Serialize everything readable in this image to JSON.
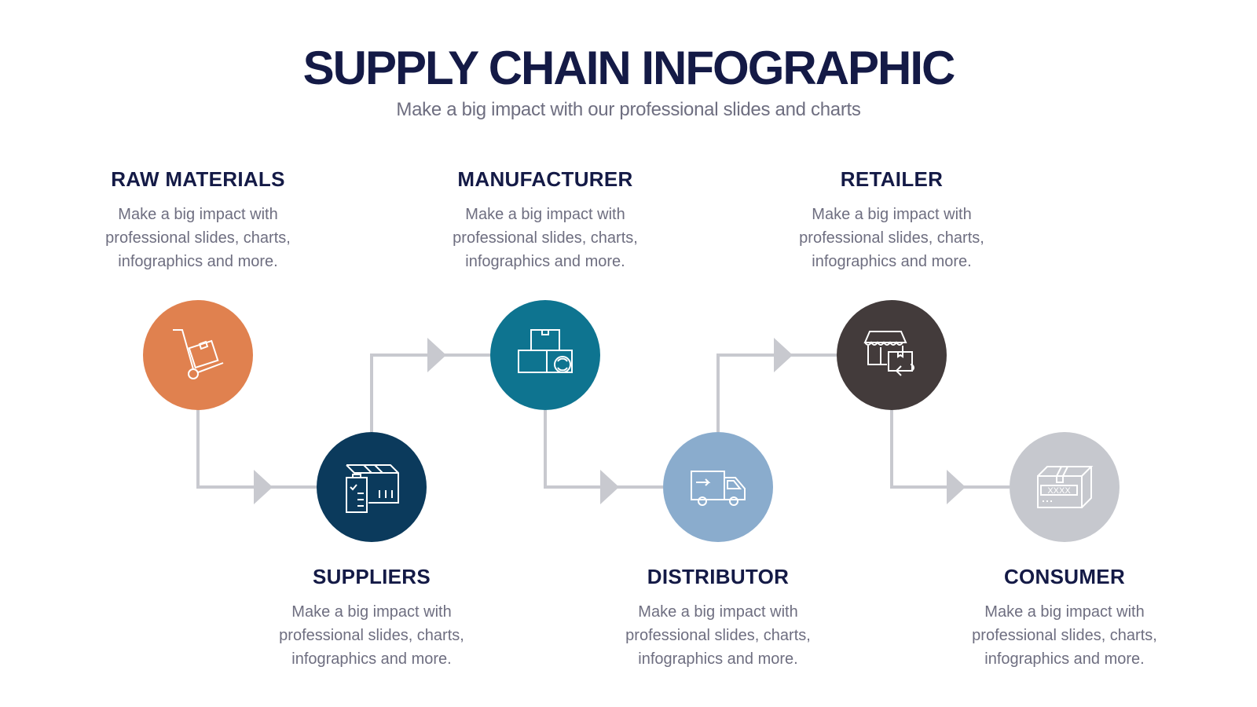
{
  "header": {
    "title": "SUPPLY CHAIN INFOGRAPHIC",
    "subtitle": "Make a big impact with our professional slides and charts"
  },
  "steps": [
    {
      "title": "RAW MATERIALS",
      "desc": "Make a big impact with professional slides, charts, infographics and more.",
      "color": "#e0814f",
      "icon": "hand-truck-icon"
    },
    {
      "title": "SUPPLIERS",
      "desc": "Make a big impact with professional slides, charts, infographics and more.",
      "color": "#0b3a5c",
      "icon": "box-clipboard-icon"
    },
    {
      "title": "MANUFACTURER",
      "desc": "Make a big impact with professional slides, charts, infographics and more.",
      "color": "#0e7490",
      "icon": "boxes-cycle-icon"
    },
    {
      "title": "DISTRIBUTOR",
      "desc": "Make a big impact with professional slides, charts, infographics and more.",
      "color": "#8aaccd",
      "icon": "delivery-truck-icon"
    },
    {
      "title": "RETAILER",
      "desc": "Make a big impact with professional slides, charts, infographics and more.",
      "color": "#433b3b",
      "icon": "store-return-icon"
    },
    {
      "title": "CONSUMER",
      "desc": "Make a big impact with professional slides, charts, infographics and more.",
      "color": "#c6c8ce",
      "icon": "package-icon"
    }
  ],
  "connector_color": "#c8c9cf"
}
